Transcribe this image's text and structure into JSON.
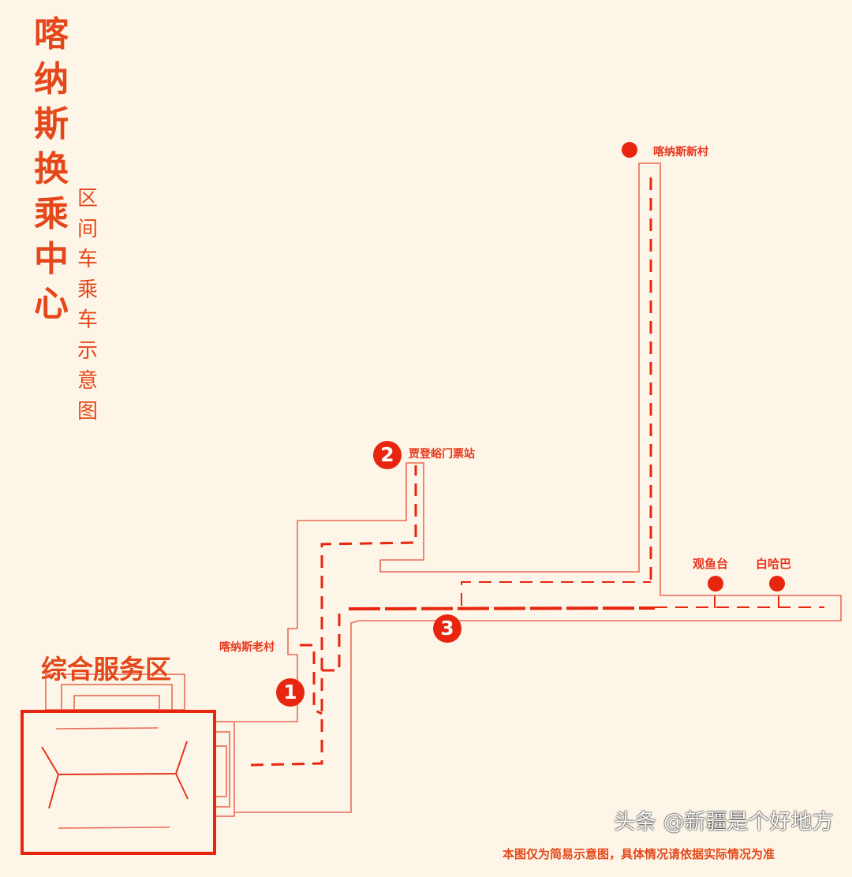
{
  "title": "喀纳斯换乘中心",
  "subtitle": "区间车乘车示意图",
  "service_area": "综合服务区",
  "stops": [
    {
      "number": "1",
      "name": "喀纳斯老村"
    },
    {
      "number": "2",
      "name": "贾登峪门票站"
    },
    {
      "number": "3",
      "name": ""
    }
  ],
  "destinations": [
    "喀纳斯新村",
    "观鱼台",
    "白哈巴"
  ],
  "note": "本图仅为简易示意图，具体情况请依据实际情况为准",
  "watermark": "头条 @新疆是个好地方",
  "colors": {
    "background": "#fdf6e8",
    "route": "#e8351b",
    "title": "#e4481a"
  }
}
